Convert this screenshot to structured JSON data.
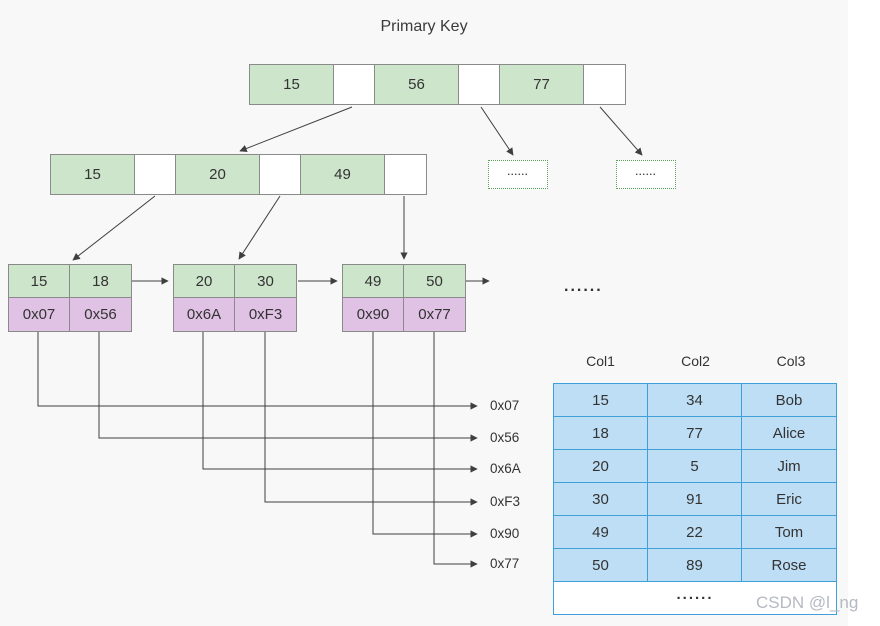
{
  "title": "Primary Key",
  "colors": {
    "background": "#f8f8f9",
    "key_cell_green": "#cde5cb",
    "pointer_cell_purple": "#e0c2e5",
    "node_border_gray": "#8a8a8a",
    "dashed_node_green": "#57a257",
    "table_border_blue": "#3f9fd8",
    "table_fill_blue": "#bedef5",
    "arrow_gray": "#3f3f3f",
    "watermark_gray": "#b5b9c1"
  },
  "tree": {
    "root": {
      "keys": [
        "15",
        "56",
        "77"
      ]
    },
    "internal": {
      "keys": [
        "15",
        "20",
        "49"
      ]
    },
    "leaves": [
      {
        "keys": [
          "15",
          "18"
        ],
        "pointers": [
          "0x07",
          "0x56"
        ]
      },
      {
        "keys": [
          "20",
          "30"
        ],
        "pointers": [
          "0x6A",
          "0xF3"
        ]
      },
      {
        "keys": [
          "49",
          "50"
        ],
        "pointers": [
          "0x90",
          "0x77"
        ]
      }
    ],
    "node_ellipsis": "......",
    "leaf_ellipsis": "......"
  },
  "pointer_labels": [
    "0x07",
    "0x56",
    "0x6A",
    "0xF3",
    "0x90",
    "0x77"
  ],
  "table": {
    "headers": [
      "Col1",
      "Col2",
      "Col3"
    ],
    "rows": [
      [
        "15",
        "34",
        "Bob"
      ],
      [
        "18",
        "77",
        "Alice"
      ],
      [
        "20",
        "5",
        "Jim"
      ],
      [
        "30",
        "91",
        "Eric"
      ],
      [
        "49",
        "22",
        "Tom"
      ],
      [
        "50",
        "89",
        "Rose"
      ]
    ],
    "ellipsis": "......"
  },
  "watermark": "CSDN @l_ng"
}
